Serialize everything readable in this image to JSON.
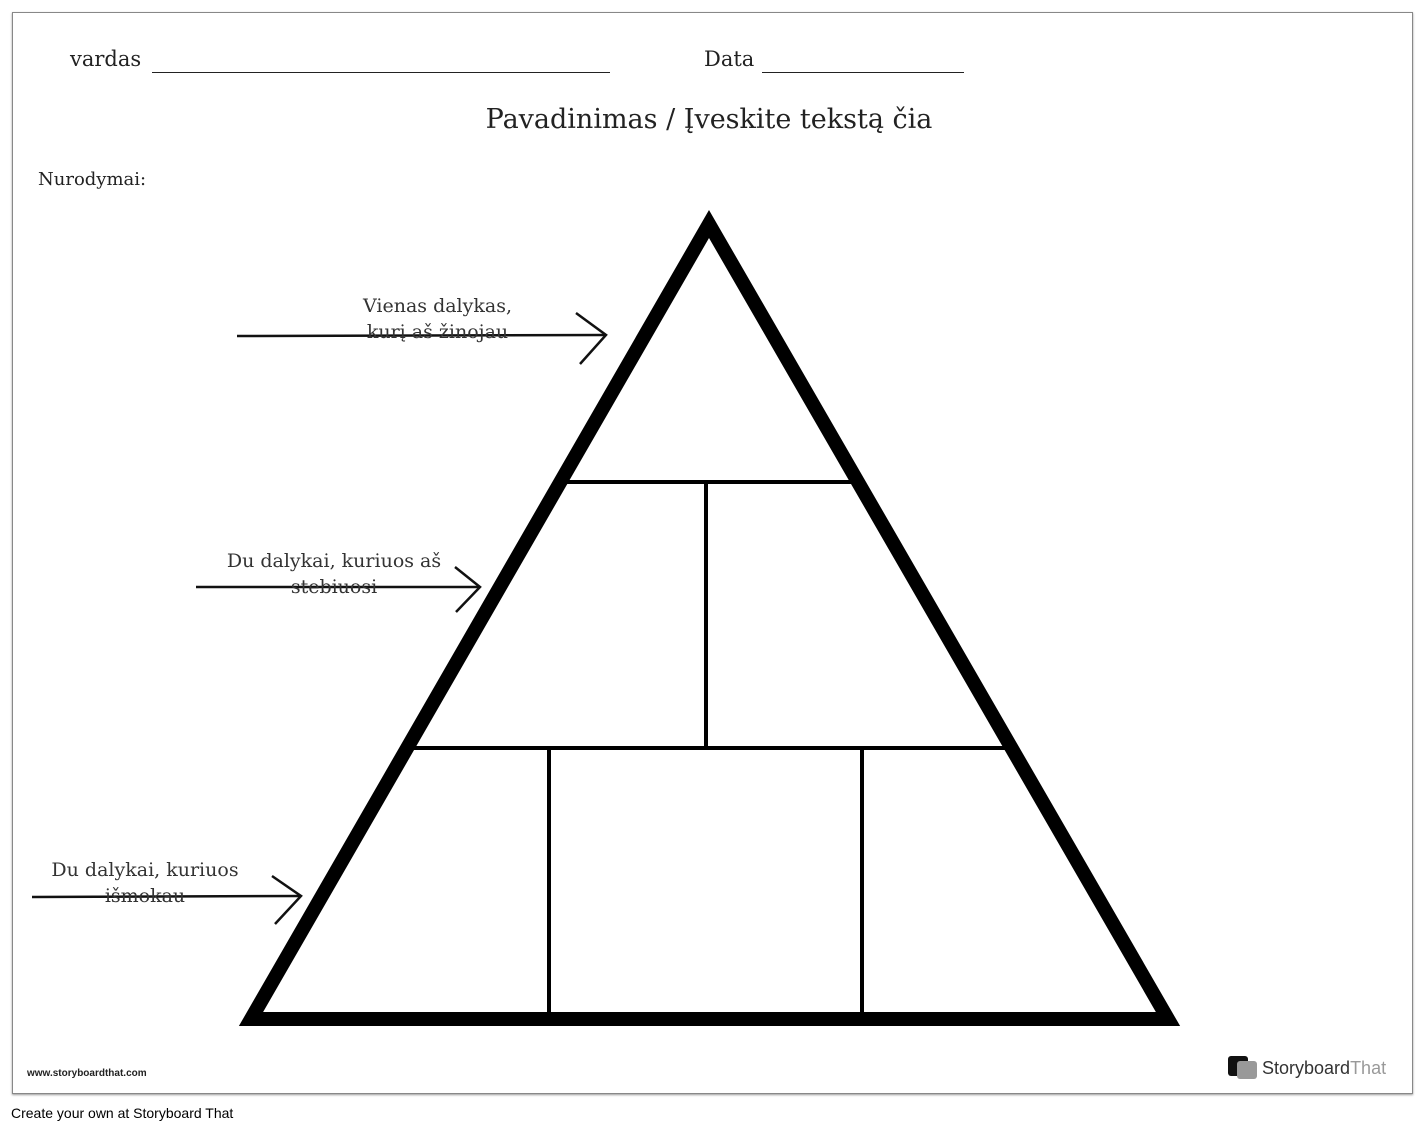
{
  "header": {
    "name_label": "vardas",
    "date_label": "Data"
  },
  "title": "Pavadinimas / Įveskite tekstą čia",
  "instructions_label": "Nurodymai:",
  "pyramid_labels": [
    {
      "line1": "Vienas dalykas,",
      "line2": "kurį aš žinojau"
    },
    {
      "line1": "Du dalykai, kuriuos aš",
      "line2": "stebiuosi"
    },
    {
      "line1": "Du dalykai, kuriuos",
      "line2": "išmokau"
    }
  ],
  "footer": {
    "url": "www.storyboardthat.com",
    "logo_text_bold": "Storyboard",
    "logo_text_light": "That",
    "create_link": "Create your own at Storyboard That"
  }
}
